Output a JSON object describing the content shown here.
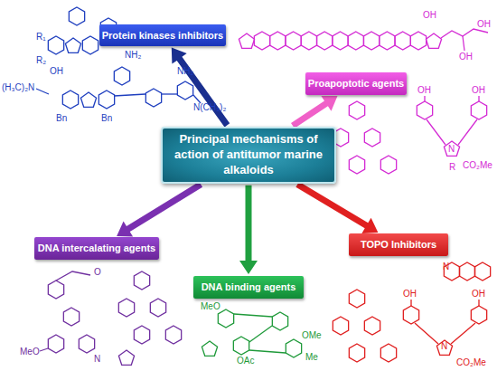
{
  "diagram": {
    "nodes": [
      {
        "text": [
          "Protein kinases inhibitors"
        ]
      },
      {
        "text": [
          "Proapoptotic agents"
        ]
      },
      {
        "text": [
          "Principal mechanisms of action of antitumor marine alkaloids"
        ]
      },
      {
        "text": [
          "DNA intercalating agents"
        ]
      },
      {
        "text": [
          "TOPO Inhibitors"
        ]
      },
      {
        "text": [
          "DNA binding agents"
        ]
      }
    ],
    "edges": [
      {
        "from": 2,
        "to": 0,
        "arrow": "to"
      },
      {
        "from": 2,
        "to": 1,
        "arrow": "to"
      },
      {
        "from": 2,
        "to": 3,
        "arrow": "to"
      },
      {
        "from": 2,
        "to": 4,
        "arrow": "to"
      },
      {
        "from": 2,
        "to": 5,
        "arrow": "to"
      }
    ],
    "labels": [
      "R₁",
      "R₂",
      "OH",
      "(H₃C)₂N",
      "NH₂",
      "Bn",
      "Bn",
      "NH₂",
      "N(CH₃)₂",
      "OH",
      "OH",
      "OH",
      "OH",
      "OH",
      "N",
      "R",
      "CO₂Me",
      "MeO",
      "O",
      "N",
      "MeO",
      "OMe",
      "OAc",
      "Me",
      "OH",
      "OH",
      "N",
      "CO₂Me",
      "N"
    ]
  }
}
